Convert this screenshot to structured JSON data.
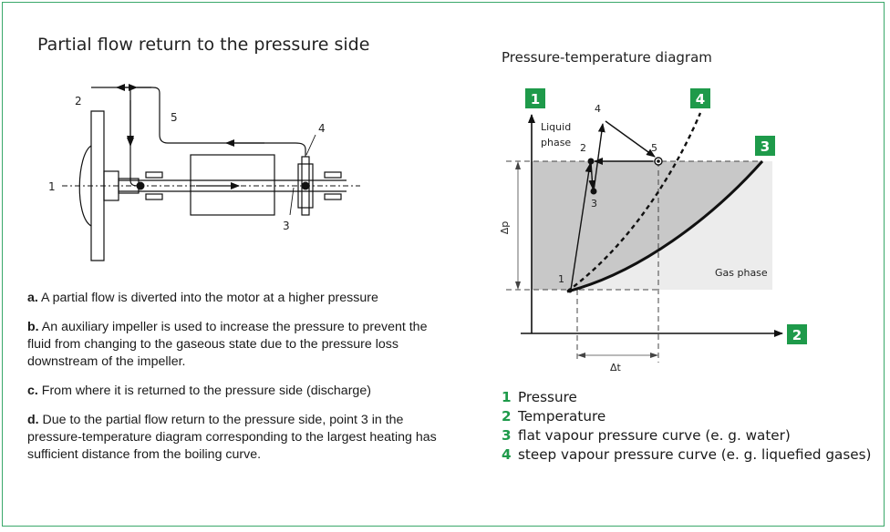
{
  "left": {
    "title": "Partial flow return to the pressure side",
    "pump_labels": {
      "p1": "1",
      "p2": "2",
      "p3": "3",
      "p4": "4",
      "p5": "5"
    },
    "notes": [
      {
        "key": "a.",
        "text": " A partial flow is diverted into the motor at a higher pressure"
      },
      {
        "key": "b.",
        "text": " An auxiliary impeller is used to increase the pressure to prevent the fluid from changing to the gaseous state due to the pressure loss downstream of the impeller."
      },
      {
        "key": "c.",
        "text": " From where it is returned to the pressure side (discharge)"
      },
      {
        "key": "d.",
        "text": " Due to the partial flow return to the pressure side, point 3 in the pressure-temperature diagram corresponding to the largest heating has sufficient distance from the boiling curve."
      }
    ]
  },
  "right": {
    "title": "Pressure-temperature diagram",
    "badges": {
      "b1": "1",
      "b2": "2",
      "b3": "3",
      "b4": "4"
    },
    "point_labels": {
      "p1": "1",
      "p2": "2",
      "p3": "3",
      "p4": "4",
      "p5": "5"
    },
    "liquid_line1": "Liquid",
    "liquid_line2": "phase",
    "gas": "Gas phase",
    "dp": "Δp",
    "dt": "Δt",
    "accent": "#1e9a4a",
    "legend": [
      {
        "num": "1",
        "text": "Pressure"
      },
      {
        "num": "2",
        "text": "Temperature"
      },
      {
        "num": "3",
        "text": "flat vapour pressure curve (e. g. water)"
      },
      {
        "num": "4",
        "text": "steep vapour pressure curve (e. g. liquefied gases)"
      }
    ]
  }
}
